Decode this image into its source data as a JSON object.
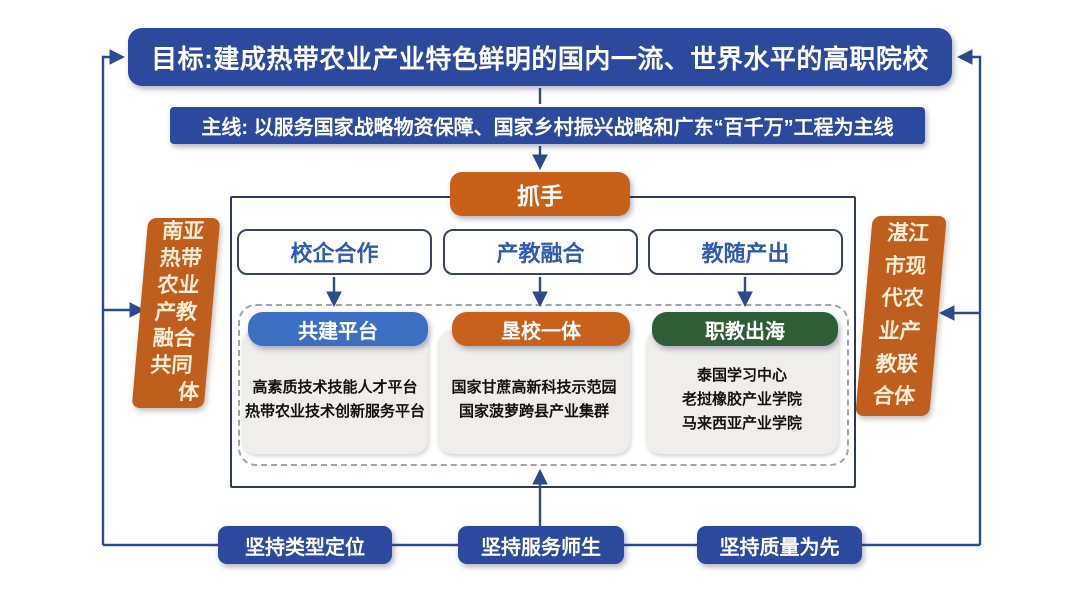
{
  "colors": {
    "primary_blue": "#2b4a9e",
    "accent_orange": "#c96018",
    "pill_blue": "#3c6fc2",
    "pill_orange": "#c8611c",
    "pill_green": "#2d5e35",
    "connector_line": "#2b4a8f",
    "card_bg": "#efeeea",
    "banner_text": "#f7ecd4"
  },
  "goal": {
    "label": "目标:建成热带农业产业特色鲜明的国内一流、世界水平的高职院校"
  },
  "mainline": {
    "label": "主线: 以服务国家战略物资保障、国家乡村振兴战略和广东“百千万”工程为主线"
  },
  "grip": {
    "label": "抓手"
  },
  "strategies": [
    {
      "label": "校企合作"
    },
    {
      "label": "产教融合"
    },
    {
      "label": "教随产出"
    }
  ],
  "programs": [
    {
      "title": "共建平台",
      "color": "#3c6fc2",
      "items": [
        "高素质技术技能人才平台",
        "热带农业技术创新服务平台"
      ]
    },
    {
      "title": "垦校一体",
      "color": "#c8611c",
      "items": [
        "国家甘蔗高新科技示范园",
        "国家菠萝跨县产业集群"
      ]
    },
    {
      "title": "职教出海",
      "color": "#2d5e35",
      "items": [
        "泰国学习中心",
        "老挝橡胶产业学院",
        "马来西亚产业学院"
      ]
    }
  ],
  "left_banner": {
    "label": "南亚热带农业产教融合共同体",
    "lines": [
      "南亚",
      "热带",
      "农业",
      "产教",
      "融合",
      "共同",
      "体"
    ]
  },
  "right_banner": {
    "label": "湛江市现代农业产教联合体",
    "lines": [
      "湛江",
      "市现",
      "代农",
      "业产",
      "教联",
      "合体"
    ]
  },
  "principles": [
    {
      "label": "坚持类型定位"
    },
    {
      "label": "坚持服务师生"
    },
    {
      "label": "坚持质量为先"
    }
  ]
}
